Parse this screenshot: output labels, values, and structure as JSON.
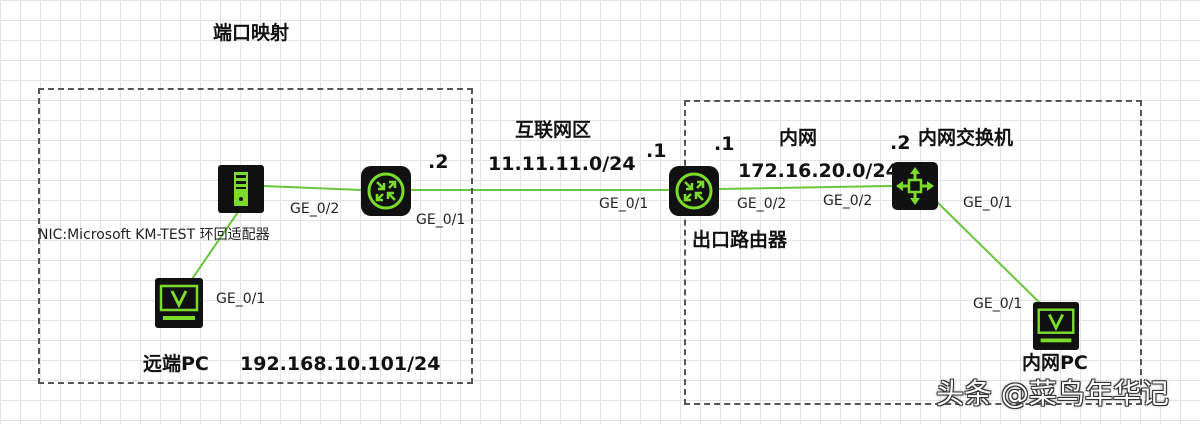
{
  "title": "端口映射",
  "zones": {
    "internet_label": "互联网区",
    "internet_subnet": "11.11.11.0/24",
    "lan_label": "内网",
    "lan_subnet": "172.16.20.0/24"
  },
  "nodes": {
    "server": {
      "label": "NIC:Microsoft KM-TEST 环回适配器"
    },
    "remote_pc": {
      "label": "远端PC",
      "ip": "192.168.10.101/24"
    },
    "remote_router": {
      "ip_suffix": ".2"
    },
    "exit_router": {
      "label": "出口路由器",
      "ip_suffix_left": ".1",
      "ip_suffix_right": ".1"
    },
    "lan_switch": {
      "label": "内网交换机",
      "ip_suffix": ".2"
    },
    "lan_pc": {
      "label": "内网PC"
    }
  },
  "ports": {
    "server_ge02": "GE_0/2",
    "remote_pc_ge01": "GE_0/1",
    "remote_router_ge01": "GE_0/1",
    "exit_router_ge01": "GE_0/1",
    "exit_router_ge02": "GE_0/2",
    "switch_ge02": "GE_0/2",
    "switch_ge01": "GE_0/1",
    "lan_pc_ge01": "GE_0/1"
  },
  "watermark": "头条 @菜鸟年华记",
  "colors": {
    "device_fill": "#111111",
    "device_accent": "#7cdc2c",
    "link": "#6ac43c",
    "zone_border": "#555555"
  },
  "icons": {
    "server": "server-icon",
    "router": "router-icon",
    "switch": "switch-icon",
    "pc": "pc-monitor-icon"
  }
}
